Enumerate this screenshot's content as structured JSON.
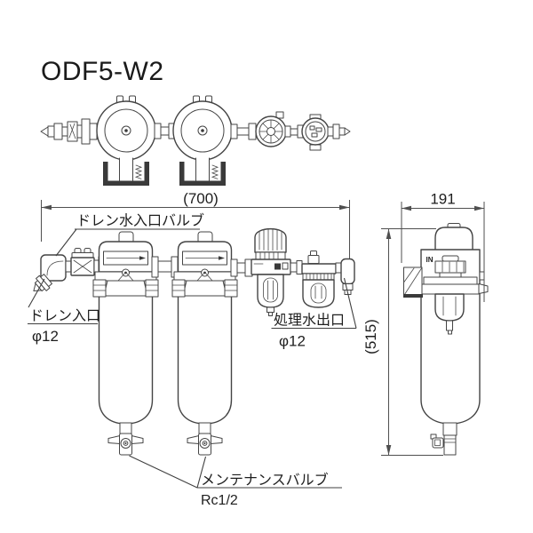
{
  "title": "ODF5-W2",
  "dimensions": {
    "overall_width": "(700)",
    "depth": "191",
    "overall_height": "(515)"
  },
  "labels": {
    "drain_water_inlet_valve": "ドレン水入口バルブ",
    "drain_inlet": "ドレン入口",
    "drain_inlet_diameter": "φ12",
    "treated_water_outlet": "処理水出口",
    "treated_water_outlet_diameter": "φ12",
    "maintenance_valve": "メンテナンスバルブ",
    "maintenance_valve_thread": "Rc1/2",
    "port_marking_in": "IN"
  },
  "colors": {
    "line": "#444444",
    "dimension_line": "#4f4f4f",
    "text": "#1e1e1e",
    "background": "#ffffff"
  }
}
